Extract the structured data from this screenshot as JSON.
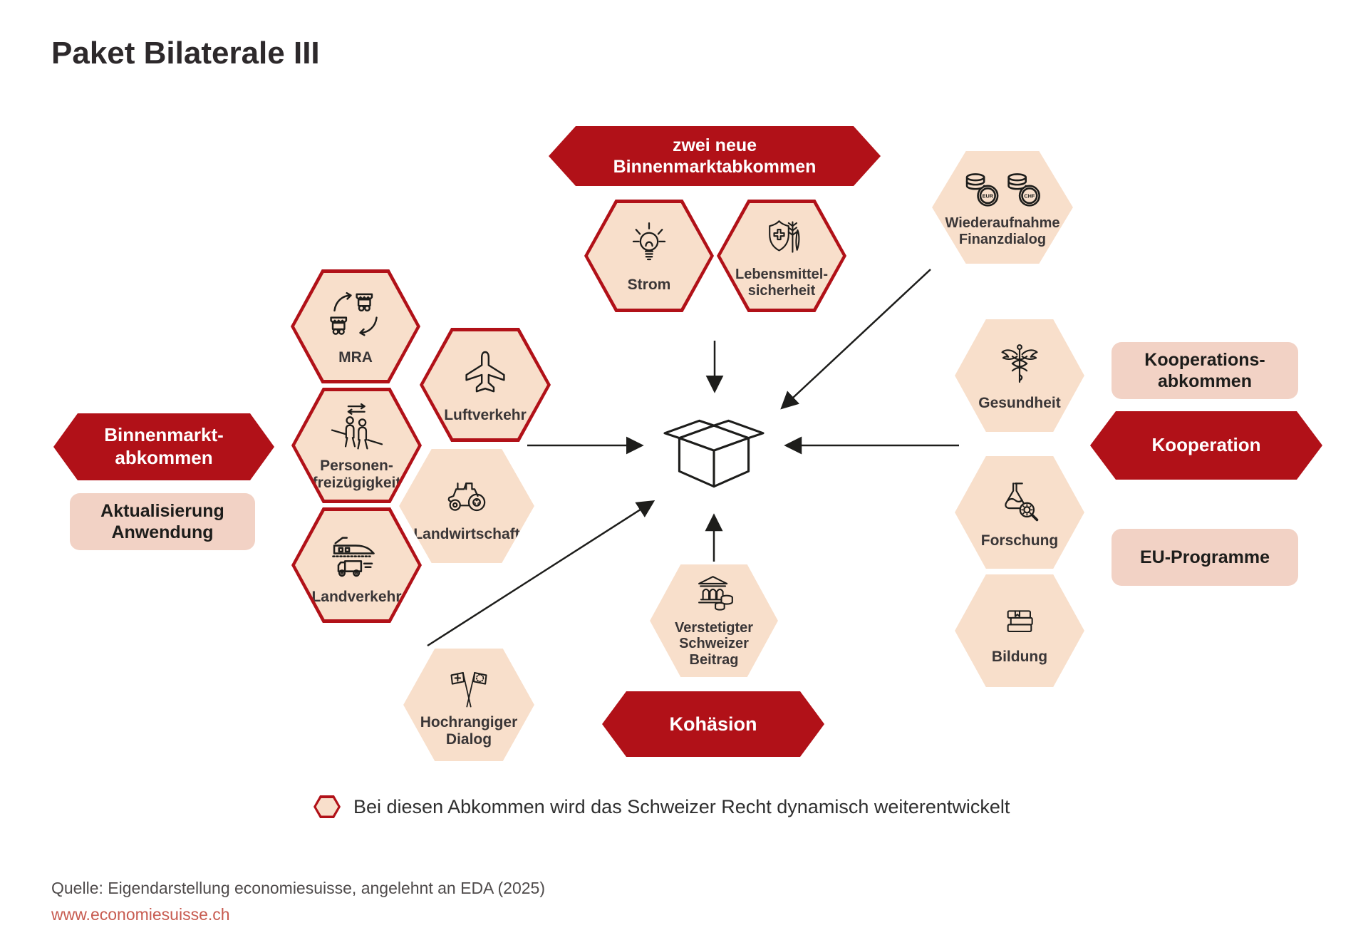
{
  "title": "Paket Bilaterale III",
  "colors": {
    "accent_red": "#b11118",
    "hexagon_fill": "#f8dfcb",
    "label_box_fill": "#f2d2c5",
    "line_ink": "#1d1d1b",
    "link_red": "#c75b50"
  },
  "banners": {
    "zwei_neue": "zwei neue\nBinnenmarktabkommen",
    "binnenmarkt": "Binnenmarkt-\nabkommen",
    "kohaesion": "Kohäsion",
    "kooperation": "Kooperation"
  },
  "label_boxes": {
    "aktualisierung": "Aktualisierung\nAnwendung",
    "kooperationsabkommen": "Kooperations-\nabkommen",
    "eu_programme": "EU-Programme"
  },
  "hexagons": {
    "strom": {
      "label": "Strom",
      "icon": "lightbulb-icon",
      "dynamisch": true
    },
    "lebensmittelsicherheit": {
      "label": "Lebensmittel-\nsicherheit",
      "icon": "shield-wheat-icon",
      "dynamisch": true
    },
    "finanzdialog": {
      "label": "Wiederaufnahme\nFinanzdialog",
      "icon": "coin-stacks-icon",
      "coin_left": "EUR",
      "coin_right": "CHF",
      "dynamisch": false
    },
    "mra": {
      "label": "MRA",
      "icon": "market-carts-exchange-icon",
      "dynamisch": true
    },
    "luftverkehr": {
      "label": "Luftverkehr",
      "icon": "airplane-icon",
      "dynamisch": true
    },
    "personenfreizuegigkeit": {
      "label": "Personen-\nfreizügigkeit",
      "icon": "two-people-exchange-icon",
      "dynamisch": true
    },
    "landwirtschaft": {
      "label": "Landwirtschaft",
      "icon": "tractor-icon",
      "dynamisch": false
    },
    "landverkehr": {
      "label": "Landverkehr",
      "icon": "train-truck-icon",
      "dynamisch": true
    },
    "hochrangiger_dialog": {
      "label": "Hochrangiger\nDialog",
      "icon": "swiss-eu-flags-icon",
      "dynamisch": false
    },
    "verstetigter_beitrag": {
      "label": "Verstetigter\nSchweizer\nBeitrag",
      "icon": "bank-coins-icon",
      "dynamisch": false
    },
    "gesundheit": {
      "label": "Gesundheit",
      "icon": "caduceus-icon",
      "dynamisch": false
    },
    "forschung": {
      "label": "Forschung",
      "icon": "flask-magnifier-icon",
      "dynamisch": false
    },
    "bildung": {
      "label": "Bildung",
      "icon": "books-icon",
      "dynamisch": false
    }
  },
  "legend": "Bei diesen Abkommen wird das Schweizer Recht dynamisch weiterentwickelt",
  "source": {
    "text": "Quelle: Eigendarstellung economiesuisse, angelehnt an EDA (2025)",
    "link": "www.economiesuisse.ch"
  }
}
